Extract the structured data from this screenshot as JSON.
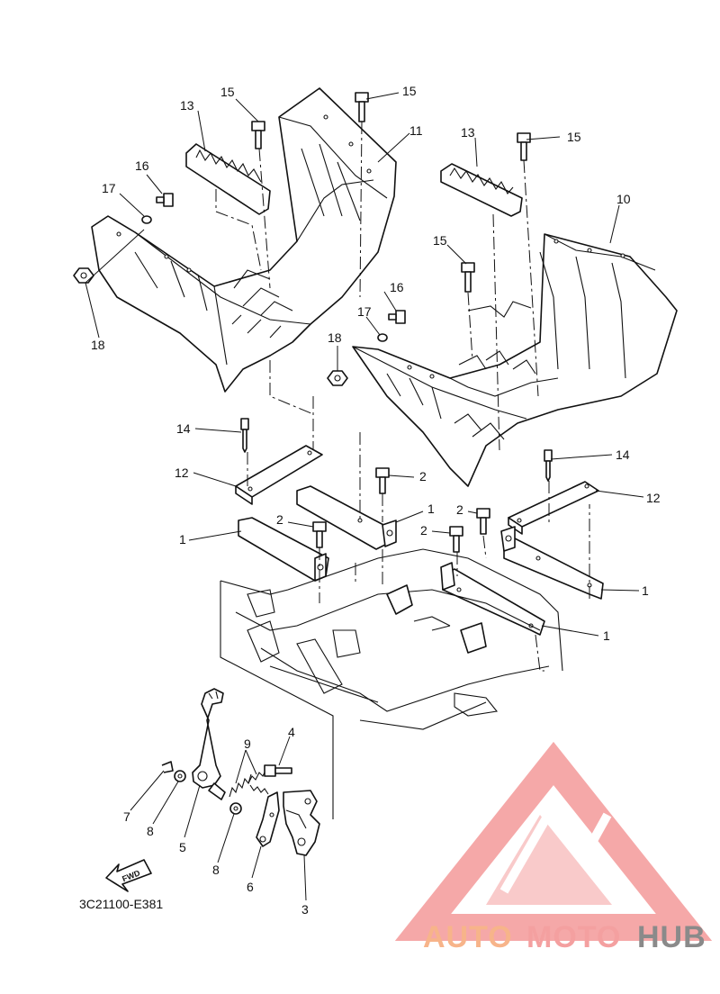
{
  "diagram": {
    "code": "3C21100-E381",
    "fwd_label": "FWD",
    "callouts": [
      {
        "id": "c15a",
        "text": "15"
      },
      {
        "id": "c15b",
        "text": "15"
      },
      {
        "id": "c15c",
        "text": "15"
      },
      {
        "id": "c15d",
        "text": "15"
      },
      {
        "id": "c13a",
        "text": "13"
      },
      {
        "id": "c13b",
        "text": "13"
      },
      {
        "id": "c11",
        "text": "11"
      },
      {
        "id": "c10",
        "text": "10"
      },
      {
        "id": "c16a",
        "text": "16"
      },
      {
        "id": "c16b",
        "text": "16"
      },
      {
        "id": "c17a",
        "text": "17"
      },
      {
        "id": "c17b",
        "text": "17"
      },
      {
        "id": "c18a",
        "text": "18"
      },
      {
        "id": "c18b",
        "text": "18"
      },
      {
        "id": "c14a",
        "text": "14"
      },
      {
        "id": "c14b",
        "text": "14"
      },
      {
        "id": "c12a",
        "text": "12"
      },
      {
        "id": "c12b",
        "text": "12"
      },
      {
        "id": "c2a",
        "text": "2"
      },
      {
        "id": "c2b",
        "text": "2"
      },
      {
        "id": "c2c",
        "text": "2"
      },
      {
        "id": "c2d",
        "text": "2"
      },
      {
        "id": "c1a",
        "text": "1"
      },
      {
        "id": "c1b",
        "text": "1"
      },
      {
        "id": "c1c",
        "text": "1"
      },
      {
        "id": "c1d",
        "text": "1"
      },
      {
        "id": "c4",
        "text": "4"
      },
      {
        "id": "c9",
        "text": "9"
      },
      {
        "id": "c7",
        "text": "7"
      },
      {
        "id": "c8a",
        "text": "8"
      },
      {
        "id": "c5",
        "text": "5"
      },
      {
        "id": "c8b",
        "text": "8"
      },
      {
        "id": "c6",
        "text": "6"
      },
      {
        "id": "c3",
        "text": "3"
      }
    ]
  },
  "watermark": {
    "word_1": "AUTO",
    "word_2": "MOTO",
    "word_3": "HUB",
    "color_light": "#f7b48a",
    "color_mid": "#f4a0a0",
    "color_dark": "#8a8a8a",
    "logo_color": "#f28b8b"
  }
}
